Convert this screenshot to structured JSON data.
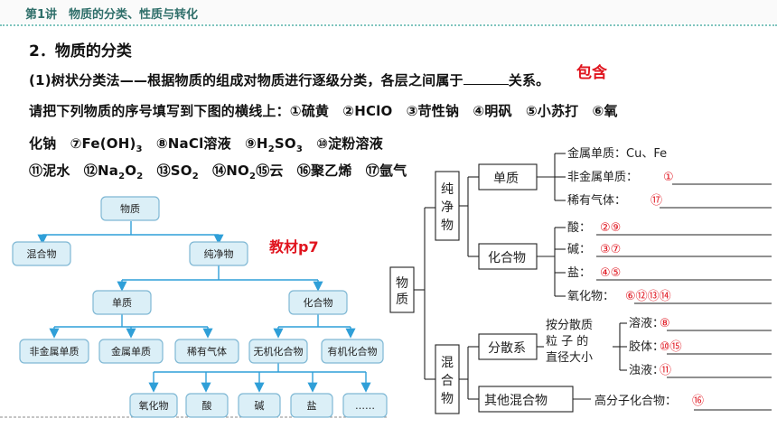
{
  "header": {
    "title": "第1讲　物质的分类、性质与转化"
  },
  "section": {
    "heading": "2．物质的分类"
  },
  "para": {
    "line1_prefix": "(1)树状分类法——根据物质的组成对物质进行逐级分类，各层之间属于",
    "line1_suffix": "关系。",
    "answer": "包含",
    "line2": "请把下列物质的序号填写到下图的横线上：①硫黄　②HClO　③苛性钠　④明矾　⑤小苏打　⑥氧",
    "line3_a": "化钠　⑦Fe(OH)",
    "line3_a_sub": "3",
    "line3_b": "　⑧NaCl溶液　⑨H",
    "line3_b_sub": "2",
    "line3_c": "SO",
    "line3_c_sub": "3",
    "line3_d": "　⑩淀粉溶液",
    "line4_a": "⑪泥水　⑫Na",
    "line4_a_sub1": "2",
    "line4_a_mid": "O",
    "line4_a_sub2": "2",
    "line4_b": "　⑬SO",
    "line4_b_sub": "2",
    "line4_c": "　⑭NO",
    "line4_c_sub": "2",
    "line4_d": "⑮云　⑯聚乙烯　⑰氩气"
  },
  "textbook_ref": "教材p7",
  "left_tree": {
    "root": "物质",
    "level1": [
      "混合物",
      "纯净物"
    ],
    "level2": [
      "单质",
      "化合物"
    ],
    "level3": [
      "非金属单质",
      "金属单质",
      "稀有气体",
      "无机化合物",
      "有机化合物"
    ],
    "level4": [
      "氧化物",
      "酸",
      "碱",
      "盐",
      "……"
    ]
  },
  "right_tree": {
    "root": "物质",
    "pure": "纯净物",
    "mixture": "混合物",
    "element": "单质",
    "element_items": [
      {
        "label": "金属单质：Cu、Fe",
        "answer": ""
      },
      {
        "label": "非金属单质：",
        "answer": "①"
      },
      {
        "label": "稀有气体：",
        "answer": "⑰"
      }
    ],
    "compound": "化合物",
    "compound_items": [
      {
        "label": "酸：",
        "answer": "②⑨"
      },
      {
        "label": "碱：",
        "answer": "③⑦"
      },
      {
        "label": "盐：",
        "answer": "④⑤"
      },
      {
        "label": "氧化物：",
        "answer": "⑥⑫⑬⑭"
      }
    ],
    "dispersion": "分散系",
    "dispersion_basis": [
      "按分散质",
      "粒 子 的",
      "直径大小"
    ],
    "dispersion_items": [
      {
        "label": "溶液：",
        "answer": "⑧"
      },
      {
        "label": "胶体：",
        "answer": "⑩⑮"
      },
      {
        "label": "浊液：",
        "answer": "⑪"
      }
    ],
    "other_mixture": "其他混合物",
    "other_item": {
      "label": "高分子化合物：",
      "answer": "⑯"
    }
  },
  "colors": {
    "header_text": "#2f6f6a",
    "answer_red": "#e0141e",
    "box_fill": "#dbeff7",
    "box_stroke": "#7fb8d4",
    "arrow_blue": "#2f9fd8"
  }
}
